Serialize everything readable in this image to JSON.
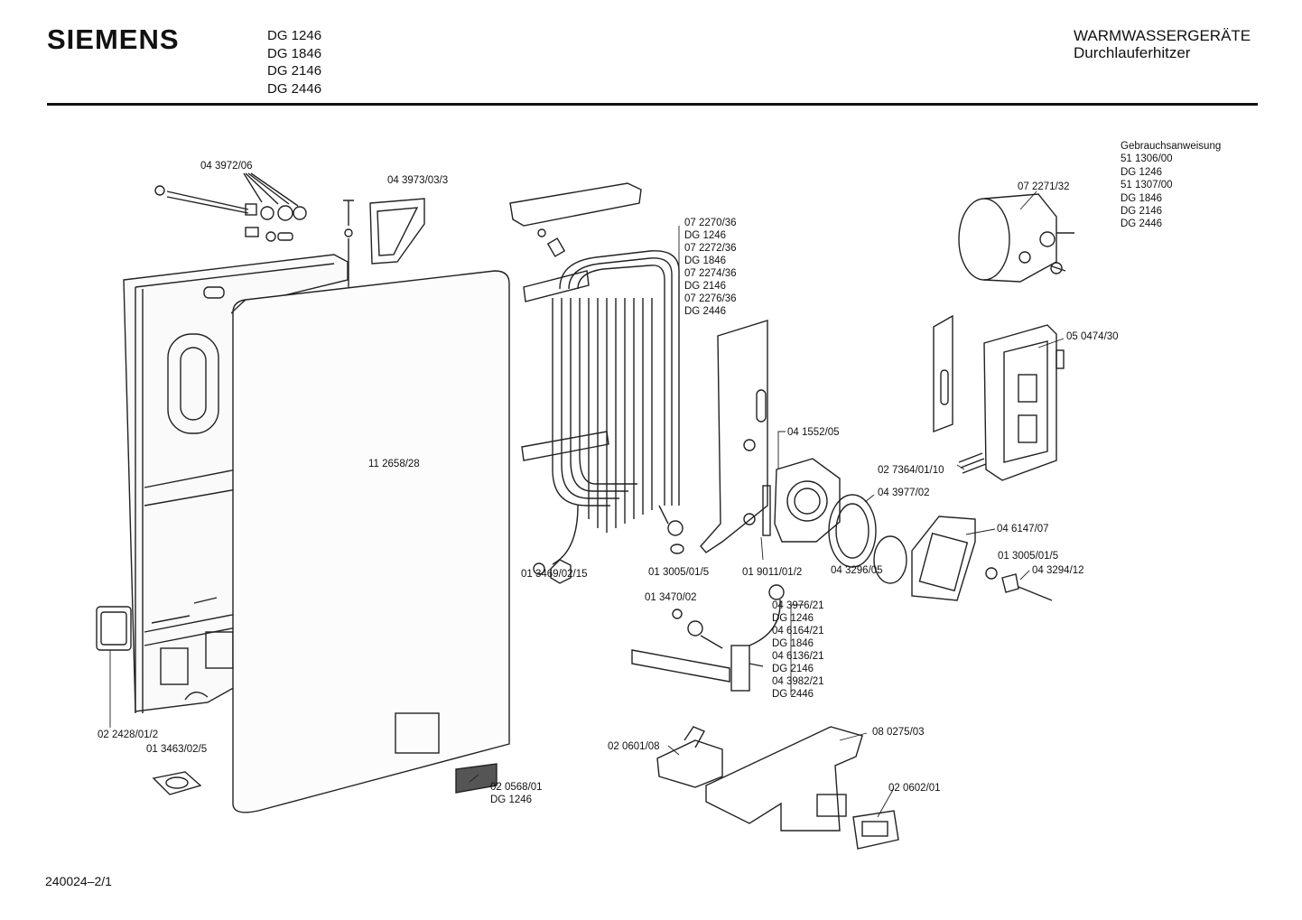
{
  "header": {
    "brand": "SIEMENS",
    "models": [
      "DG 1246",
      "DG 1846",
      "DG 2146",
      "DG 2446"
    ],
    "category": "WARMWASSERGERÄTE",
    "subcategory": "Durchlauferhitzer"
  },
  "manual": {
    "title": "Gebrauchsanweisung",
    "lines": [
      "51 1306/00",
      "DG 1246",
      "51 1307/00",
      "DG 1846",
      "DG 2146",
      "DG 2446"
    ]
  },
  "parts": {
    "screw_set": "04 3972/06",
    "knob_cover": "04 3973/03/3",
    "heater_block": [
      "07 2270/36",
      "DG 1246",
      "07 2272/36",
      "DG 1846",
      "07 2274/36",
      "DG 2146",
      "07 2276/36",
      "DG 2446"
    ],
    "pressure_switch": "07 2271/32",
    "switch_unit": "05 0474/30",
    "spring": "02 7364/01/10",
    "hood": "11 2658/28",
    "diaphragm_housing": "04 1552/05",
    "diaphragm": "04 3977/02",
    "disc": "04 3296/05",
    "cover_plate": "04 6147/07",
    "nut_right": "01 3005/01/5",
    "rod": "04 3294/12",
    "nut_left": "01 3469/02/15",
    "nut_center": "01 3005/01/5",
    "seal": "01 9011/01/2",
    "washer": "01 3470/02",
    "pipe": [
      "04 3976/21",
      "DG 1246",
      "04 6164/21",
      "DG 1846",
      "04 6136/21",
      "DG 2146",
      "04 3982/21",
      "DG 2446"
    ],
    "side_label": "02 2428/01/2",
    "bushing": "01 3463/02/5",
    "rating_plate": [
      "02 0568/01",
      "DG 1246"
    ],
    "terminal": "02 0601/08",
    "base_plate": "08 0275/03",
    "frame_plate": "02 0602/01"
  },
  "footer": "240024–2/1"
}
